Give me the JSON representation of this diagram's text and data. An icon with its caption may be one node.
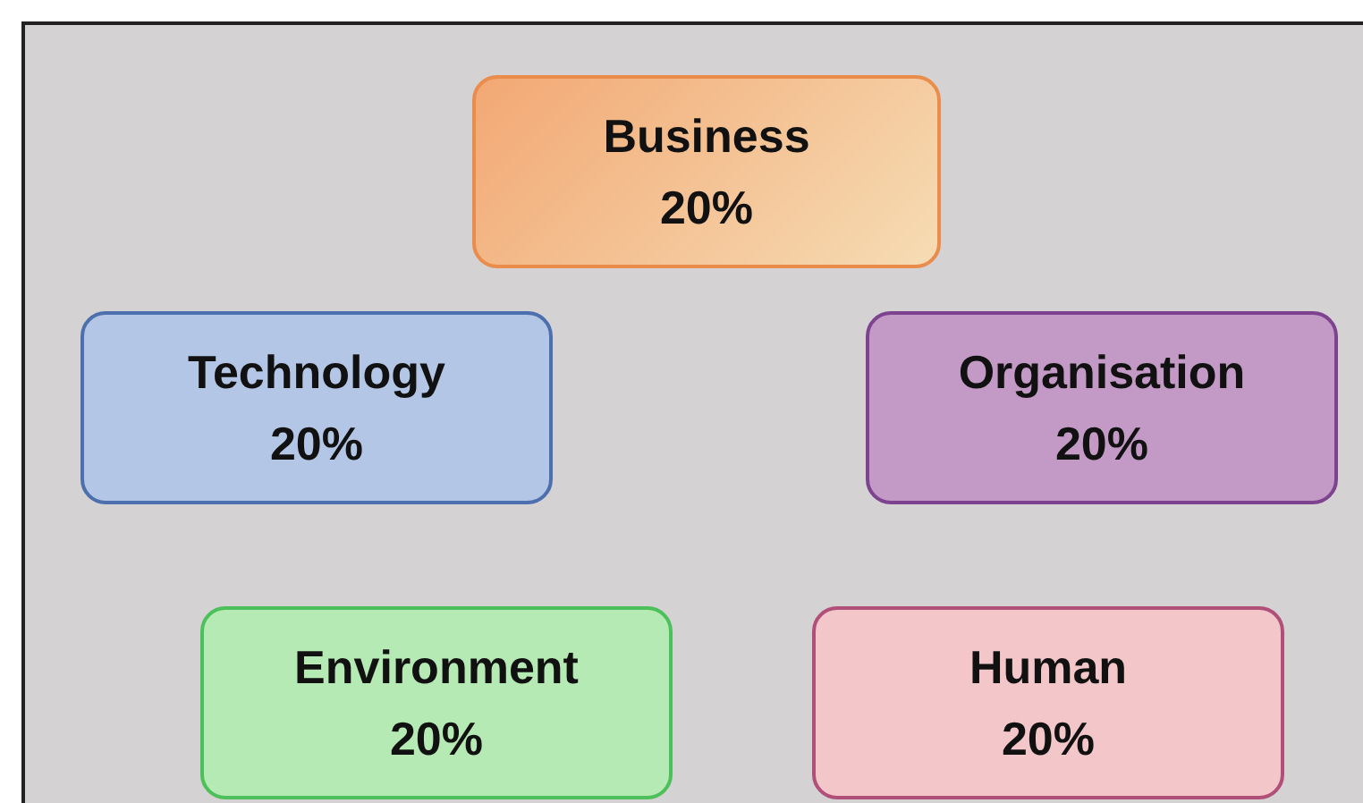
{
  "diagram": {
    "nodes": [
      {
        "text": [
          "Business",
          "20%"
        ]
      },
      {
        "text": [
          "Technology",
          "20%"
        ]
      },
      {
        "text": [
          "Organisation",
          "20%"
        ]
      },
      {
        "text": [
          "Environment",
          "20%"
        ]
      },
      {
        "text": [
          "Human",
          "20%"
        ]
      }
    ]
  }
}
